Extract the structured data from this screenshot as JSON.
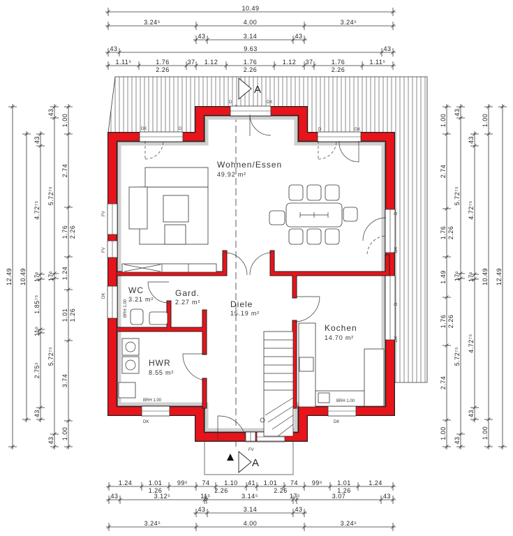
{
  "rooms": [
    {
      "name": "Wohnen/Essen",
      "area": "49.92 m²"
    },
    {
      "name": "WC",
      "area": "3.21 m²"
    },
    {
      "name": "Gard.",
      "area": "2.27 m²"
    },
    {
      "name": "Diele",
      "area": "15.19 m²"
    },
    {
      "name": "Kochen",
      "area": "14.70 m²"
    },
    {
      "name": "HWR",
      "area": "8.55 m²"
    }
  ],
  "section_marker": {
    "top": "A",
    "bottom": "A"
  },
  "openings": [
    "DK",
    "D",
    "D",
    "DK",
    "D",
    "DK",
    "D",
    "DK",
    "D",
    "DK",
    "FV",
    "FV",
    "DK",
    "DK",
    "FV",
    "DK",
    "BRH 1.00",
    "BRH 1.00",
    "BRH 1.00"
  ],
  "dims": {
    "top": {
      "r1": [
        "10.49"
      ],
      "r2": [
        "3.24⁵",
        "4.00",
        "3.24⁵"
      ],
      "r3": [
        "43",
        "3.14",
        "43"
      ],
      "r4": [
        "43",
        "9.63",
        "43"
      ],
      "r5": [
        "1.11⁵",
        "1.76",
        "37",
        "1.12",
        "1.76",
        "1.12",
        "37",
        "1.76",
        "1.11⁵"
      ],
      "r5_sub": [
        "2.26",
        "2.26",
        "2.26"
      ]
    },
    "bottom": {
      "r1": [
        "1.24",
        "1.01",
        "99⁵",
        "74",
        "1.10",
        "41",
        "1.01",
        "74",
        "99⁵",
        "1.01",
        "1.24"
      ],
      "r1_sub": [
        "1.26",
        "2.26",
        "2.26",
        "1.26"
      ],
      "r2": [
        "43",
        "3.12⁵",
        "11⁵",
        "3.14⁵",
        "17⁵",
        "3.07",
        "43"
      ],
      "r3": [
        "43",
        "3.14",
        "43"
      ],
      "r4": [
        "3.24⁵",
        "4.00",
        "3.24⁵"
      ]
    },
    "left": {
      "c1": [
        "12.49"
      ],
      "c2": [
        "10.49"
      ],
      "c3": [
        "43",
        "4.72⁷⁵",
        "17⁵",
        "1.85⁷⁵",
        "11⁵",
        "2.75⁵",
        "43"
      ],
      "c4": [
        "43",
        "5.72⁷⁵",
        "17⁵",
        "5.72⁷⁵",
        "43"
      ],
      "c5": [
        "1.00",
        "2.74",
        "1.76",
        "1.24",
        "1.01",
        "3.74",
        "1.00"
      ],
      "c5_sub": [
        "2.26",
        "1.26"
      ]
    },
    "right": {
      "c1": [
        "1.00",
        "2.74",
        "1.76",
        "1.49",
        "1.76",
        "2.74",
        "1.00"
      ],
      "c1_sub": [
        "2.26",
        "2.26"
      ],
      "c2": [
        "43",
        "5.72⁷⁵",
        "17⁵",
        "5.72⁷⁵",
        "43"
      ],
      "c3": [
        "43",
        "4.72⁷⁵",
        "17⁵",
        "4.72⁷⁵",
        "43"
      ],
      "c4": [
        "1.00",
        "10.49",
        "1.00"
      ],
      "c5": [
        "12.49"
      ]
    }
  },
  "colors": {
    "wall": "#e8141b",
    "insulation": "#cfcfcf",
    "line": "#333333"
  }
}
